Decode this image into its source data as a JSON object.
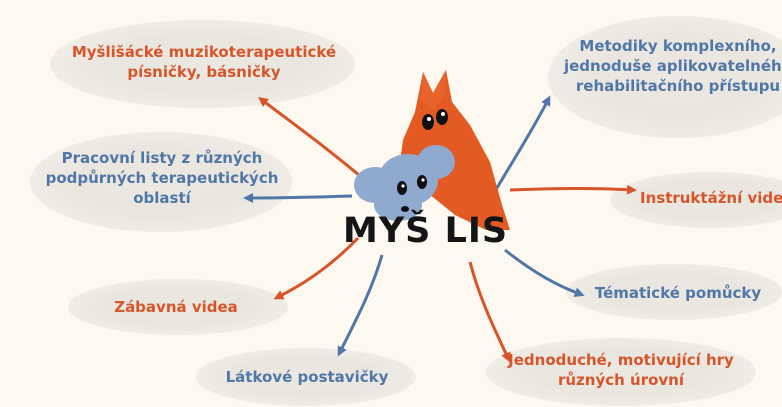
{
  "title": "MYŠ LIS",
  "nodes": [
    {
      "id": "muzikoterapeuticke",
      "lines": [
        "Myšlišácké muzikoterapeutické",
        "písničky, básničky"
      ],
      "color": "orange"
    },
    {
      "id": "metodiky",
      "lines": [
        "Metodiky komplexního,",
        "jednoduše aplikovatelného",
        "rehabilitačního přístupu"
      ],
      "color": "blue"
    },
    {
      "id": "pracovni-listy",
      "lines": [
        "Pracovní listy z různých",
        "podpůrných terapeutických",
        "oblastí"
      ],
      "color": "blue"
    },
    {
      "id": "instruktazni-videa",
      "lines": [
        "Instruktážní videa"
      ],
      "color": "orange"
    },
    {
      "id": "tematicke-pomucky",
      "lines": [
        "Tématické pomůcky"
      ],
      "color": "blue"
    },
    {
      "id": "zabavna-videa",
      "lines": [
        "Zábavná videa"
      ],
      "color": "orange"
    },
    {
      "id": "latkove-postavicky",
      "lines": [
        "Látkové postavičky"
      ],
      "color": "blue"
    },
    {
      "id": "hry",
      "lines": [
        "Jednoduché, motivující hry",
        "různých úrovní"
      ],
      "color": "orange"
    }
  ],
  "colors": {
    "orange": "#d8552a",
    "blue": "#5077a8",
    "fox": "#e35a22",
    "mouse": "#8fa9cf",
    "background": "#fdf8f0"
  }
}
